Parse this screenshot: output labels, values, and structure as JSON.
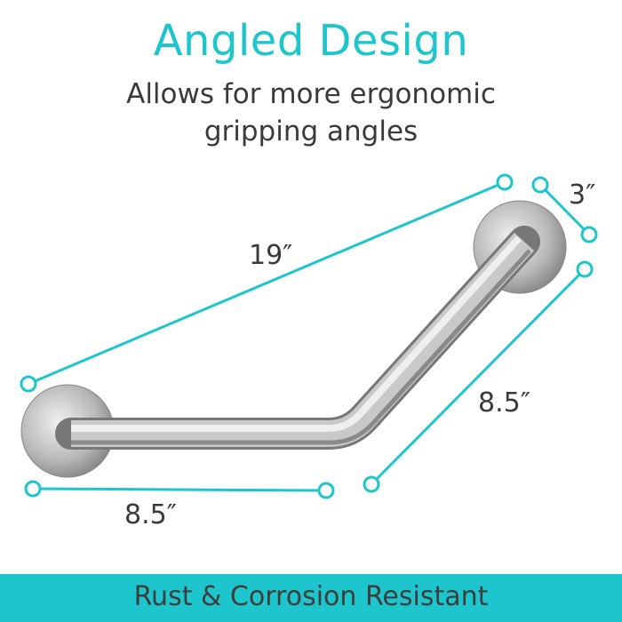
{
  "header": {
    "title": "Angled Design",
    "subtitle_line1": "Allows for more ergonomic",
    "subtitle_line2": "gripping angles"
  },
  "dimensions": {
    "overall": "19″",
    "flange": "3″",
    "angled_section": "8.5″",
    "straight_section": "8.5″"
  },
  "banner": {
    "text": "Rust & Corrosion Resistant"
  },
  "colors": {
    "accent": "#1cc6cc",
    "text": "#3a3a3a"
  }
}
